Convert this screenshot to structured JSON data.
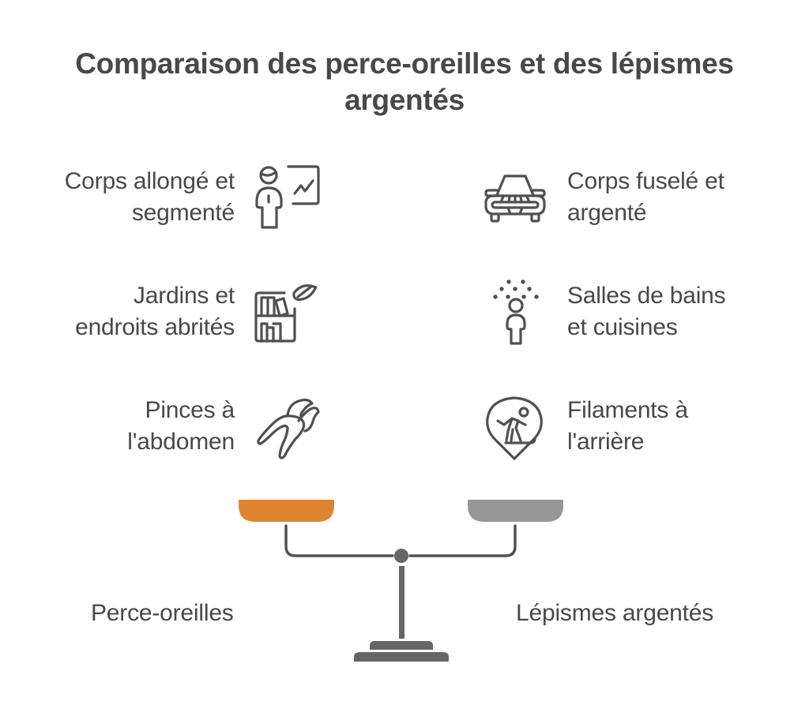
{
  "title": {
    "line1": "Comparaison des perce-oreilles et des lépismes",
    "line2": "argentés"
  },
  "left_side": {
    "label": "Perce-oreilles",
    "color": "#DE8431",
    "features": [
      {
        "line1": "Corps allongé et",
        "line2": "segmenté",
        "icon": "presenter-chart-icon"
      },
      {
        "line1": "Jardins et",
        "line2": "endroits abrités",
        "icon": "shelf-leaf-icon"
      },
      {
        "line1": "Pinces à",
        "line2": "l'abdomen",
        "icon": "pliers-icon"
      }
    ]
  },
  "right_side": {
    "label": "Lépismes argentés",
    "color": "#979797",
    "features": [
      {
        "line1": "Corps fuselé et",
        "line2": "argenté",
        "icon": "car-front-icon"
      },
      {
        "line1": "Salles de bains",
        "line2": "et cuisines",
        "icon": "person-shower-icon"
      },
      {
        "line1": "Filaments à",
        "line2": "l'arrière",
        "icon": "snowboarder-pin-icon"
      }
    ]
  },
  "colors": {
    "text": "#484848",
    "icon_stroke": "#505050",
    "scale_beam": "#505050",
    "scale_post": "#666666",
    "pan_left": "#DE8431",
    "pan_right": "#979797"
  }
}
